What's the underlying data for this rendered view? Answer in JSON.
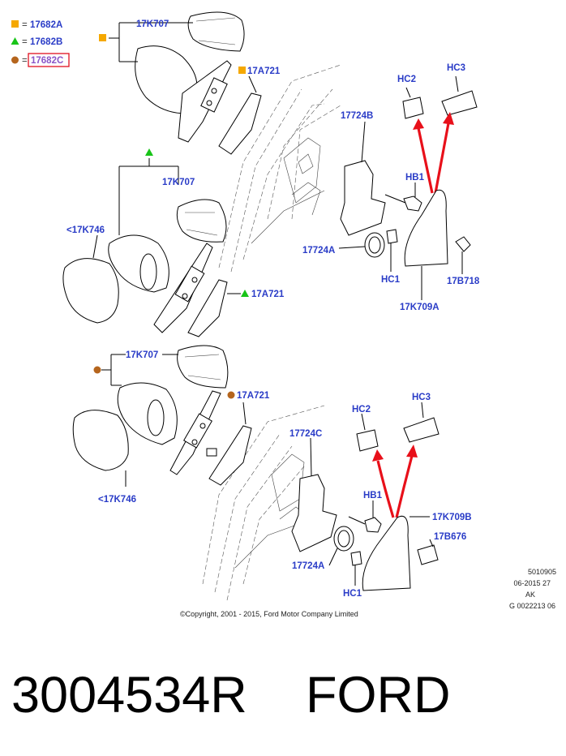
{
  "legend": {
    "items": [
      {
        "symbol": "square",
        "color": "#f5a800",
        "equals": "=",
        "code": "17682A"
      },
      {
        "symbol": "triangle",
        "color": "#18c418",
        "equals": "=",
        "code": "17682B"
      },
      {
        "symbol": "circle",
        "color": "#b5651d",
        "equals": "=",
        "code": "17682C",
        "highlighted": true
      }
    ],
    "highlight_color": "#e01020"
  },
  "labels": {
    "group1_glass": "17K707",
    "group1_cover": "17A721",
    "group2_glass": "17K707",
    "group2_mirror": "<17K746",
    "group2_cover": "17A721",
    "group3_glass": "17K707",
    "group3_cover": "17A721",
    "group3_mirror": "<17K746",
    "upper_hc2": "HC2",
    "upper_hc3": "HC3",
    "upper_17724b": "17724B",
    "upper_hb1": "HB1",
    "upper_17724a": "17724A",
    "upper_hc1": "HC1",
    "upper_17b718": "17B718",
    "upper_17k709a": "17K709A",
    "lower_hc2": "HC2",
    "lower_hc3": "HC3",
    "lower_17724c": "17724C",
    "lower_hb1": "HB1",
    "lower_17k709b": "17K709B",
    "lower_17b676": "17B676",
    "lower_17724a": "17724A",
    "lower_hc1": "HC1"
  },
  "footer": {
    "copyright": "©Copyright, 2001 - 2015, Ford Motor Company Limited",
    "ref_lines": [
      "5010905",
      "06-2015 27",
      "AK",
      "G 0022213 06"
    ]
  },
  "caption": {
    "part_number": "3004534R",
    "brand": "FORD"
  },
  "colors": {
    "label_blue": "#2a3cc7",
    "arrow_red": "#e8101a"
  }
}
